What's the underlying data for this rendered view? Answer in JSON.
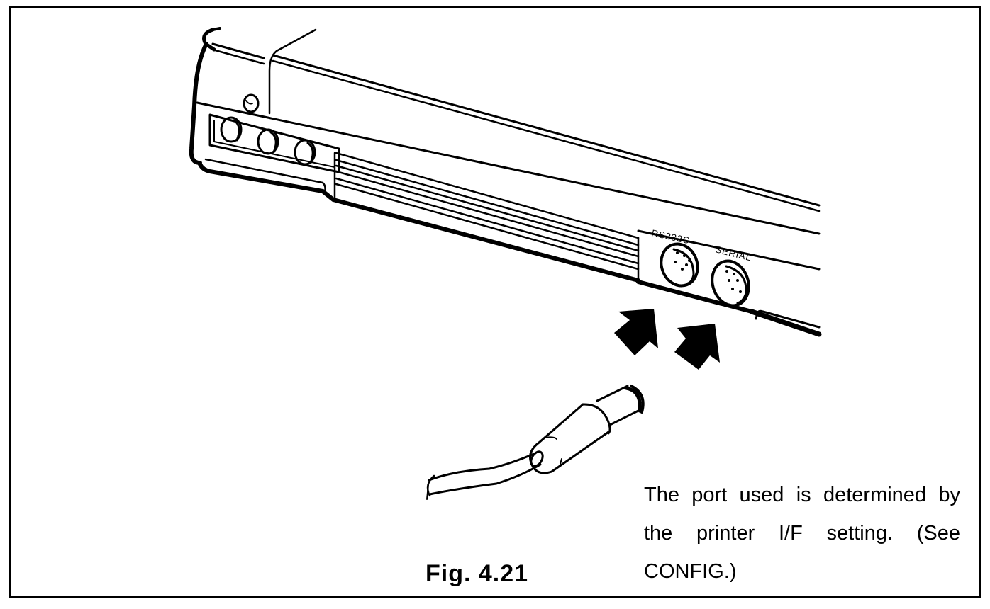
{
  "figure": {
    "label": "Fig. 4.21",
    "caption": "The port used is determined by the printer I/F setting. (See CONFIG.)"
  },
  "ports": [
    {
      "label": "RS232C"
    },
    {
      "label": "SERIAL"
    }
  ],
  "colors": {
    "ink": "#000000",
    "paper": "#ffffff"
  }
}
